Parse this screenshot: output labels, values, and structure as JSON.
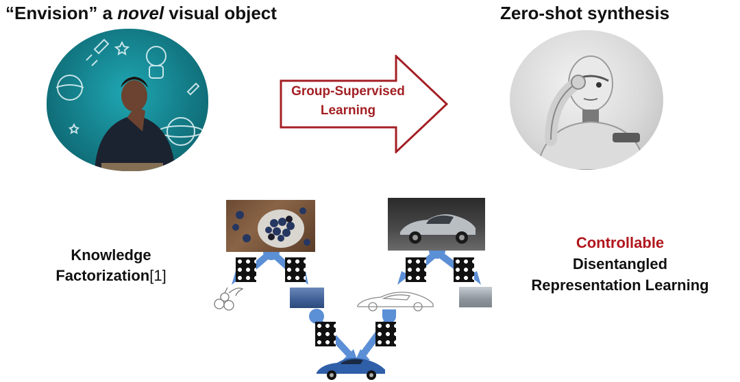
{
  "header": {
    "left_title_prefix": "“Envision” a ",
    "left_title_italic": "novel",
    "left_title_suffix": " visual object",
    "right_title": "Zero-shot synthesis"
  },
  "arrow": {
    "line1": "Group-Supervised",
    "line2": "Learning",
    "color": "#a31f24"
  },
  "left_label": {
    "line1": "Knowledge",
    "line2": "Factorization",
    "ref": "[1]"
  },
  "right_label": {
    "line1": "Controllable",
    "line2": "Disentangled",
    "line3": "Representation Learning",
    "highlight_color": "#b0161c"
  },
  "colors": {
    "connector": "#5b8fd6",
    "accent_red": "#a31f24"
  }
}
